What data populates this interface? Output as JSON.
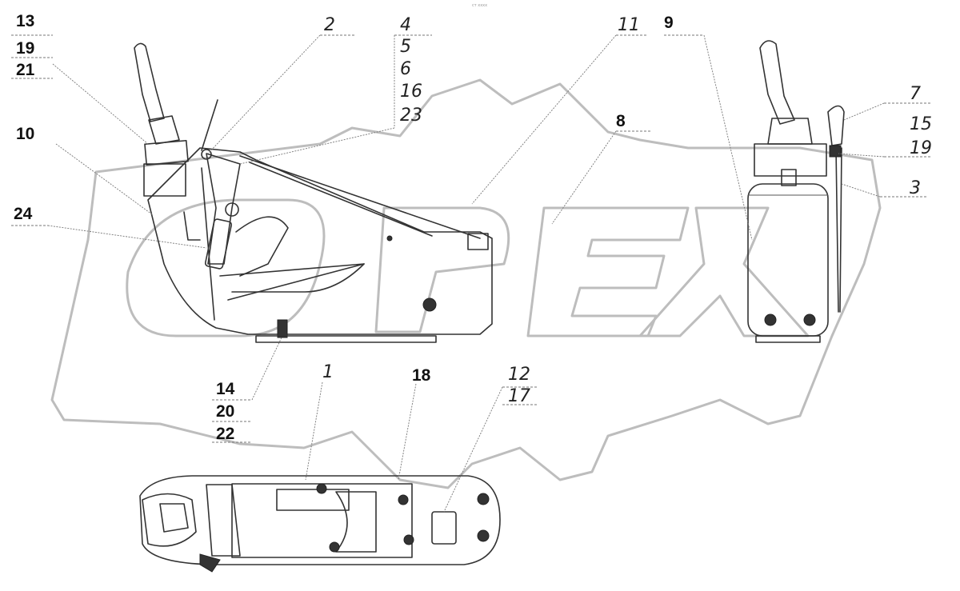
{
  "watermark": {
    "text": "OPEX"
  },
  "header_caption": "ст xxxx",
  "callouts": {
    "c13": "13",
    "c19_left": "19",
    "c21": "21",
    "c10": "10",
    "c24": "24",
    "c2": "2",
    "c4": "4",
    "c5": "5",
    "c6": "6",
    "c16": "16",
    "c23": "23",
    "c11": "11",
    "c8": "8",
    "c9": "9",
    "c7": "7",
    "c15": "15",
    "c19_right": "19",
    "c3": "3",
    "c14": "14",
    "c20": "20",
    "c22": "22",
    "c1": "1",
    "c18": "18",
    "c12": "12",
    "c17": "17"
  }
}
